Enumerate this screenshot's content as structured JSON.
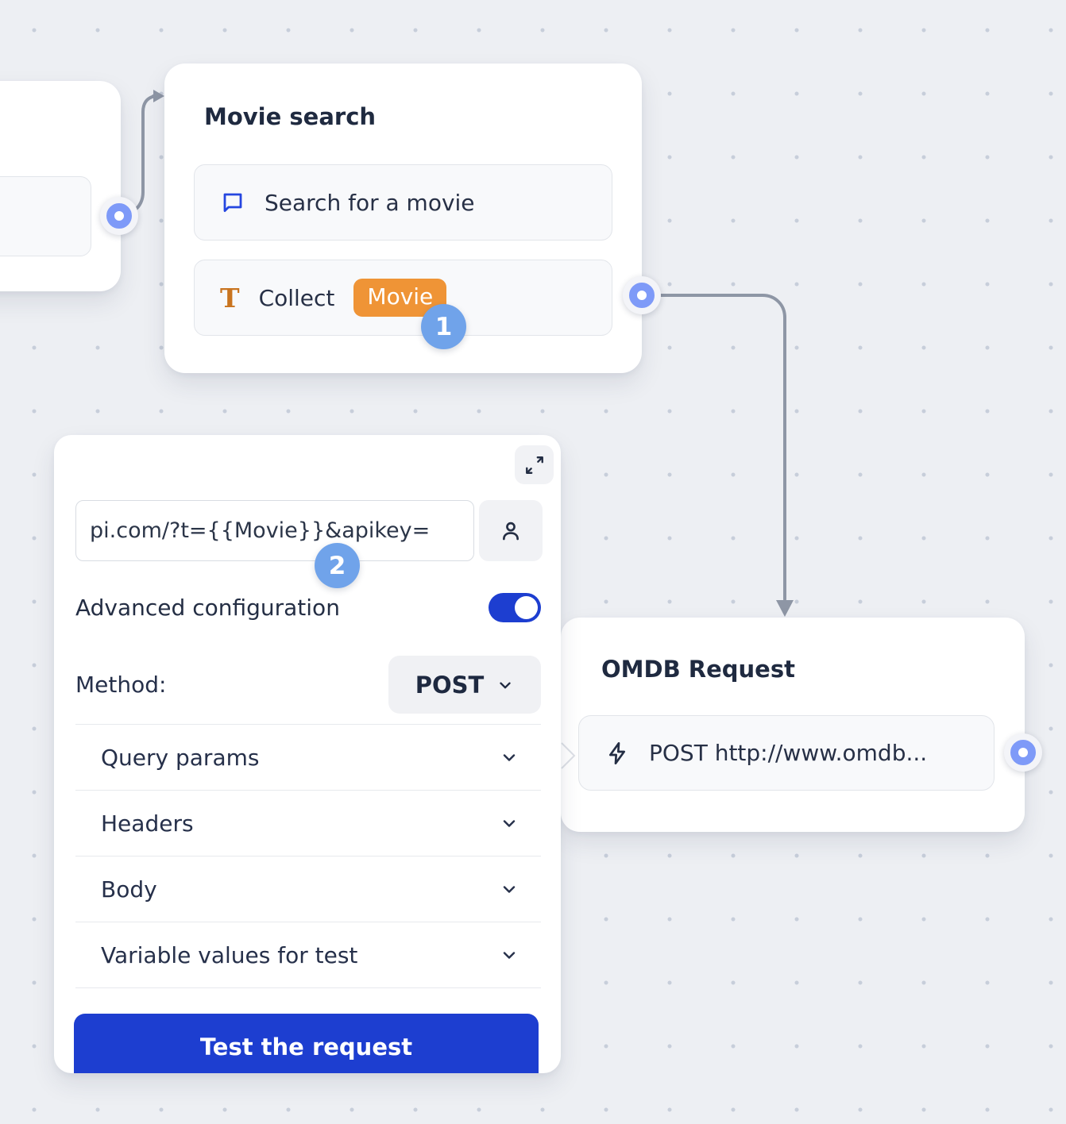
{
  "flow": {
    "movie_search_node": {
      "title": "Movie search",
      "message_block": {
        "icon": "chat-bubble-icon",
        "label": "Search for a movie"
      },
      "collect_block": {
        "icon": "text-icon",
        "label": "Collect",
        "variable": "Movie"
      }
    },
    "omdb_node": {
      "title": "OMDB Request",
      "request_block": {
        "icon": "lightning-icon",
        "label": "POST http://www.omdb..."
      }
    }
  },
  "annotations": {
    "step_1": "1",
    "step_2": "2"
  },
  "config_panel": {
    "url_input": {
      "value": "pi.com/?t={{Movie}}&apikey="
    },
    "advanced_configuration": {
      "label": "Advanced configuration",
      "enabled": true
    },
    "method": {
      "label": "Method:",
      "value": "POST"
    },
    "sections": [
      {
        "label": "Query params"
      },
      {
        "label": "Headers"
      },
      {
        "label": "Body"
      },
      {
        "label": "Variable values for test"
      }
    ],
    "test_button": {
      "label": "Test the request"
    }
  },
  "colors": {
    "canvas_background": "#edeff3",
    "dot_grid": "#c7ceda",
    "primary_blue": "#1d3ed0",
    "annotation_blue": "#70a3ea",
    "tag_orange": "#ef9436",
    "port_blue": "#7e9af8",
    "connector_gray": "#8e96a5",
    "text_dark": "#242e44"
  }
}
